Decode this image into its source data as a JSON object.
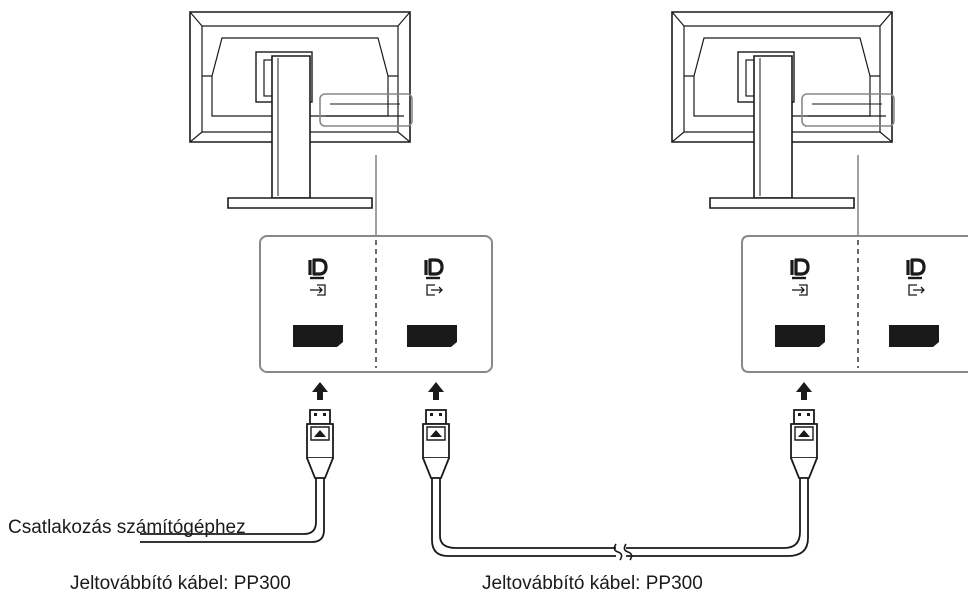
{
  "labels": {
    "pc_connection": "Csatlakozás számítógéphez",
    "cable_1": "Jeltovábbító kábel: PP300",
    "cable_2": "Jeltovábbító kábel: PP300"
  },
  "icons": {
    "port_logo": "displayport-logo-icon",
    "input": "signal-input-icon",
    "output": "signal-output-icon",
    "plug": "displayport-plug-icon",
    "arrow": "insert-arrow-icon",
    "cable_break": "cable-break-icon"
  },
  "colors": {
    "line": "#1a1a1a",
    "fill": "#ffffff"
  }
}
